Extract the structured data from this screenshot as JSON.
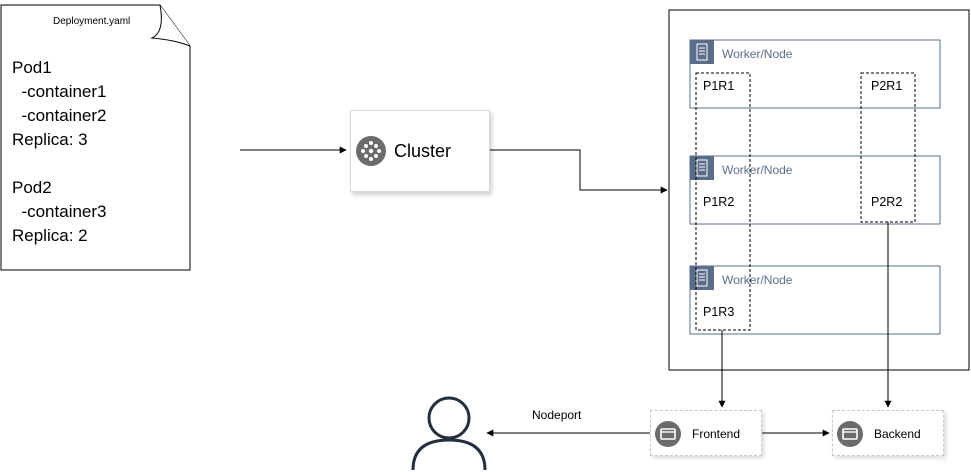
{
  "deployment_file": {
    "filename": "Deployment.yaml",
    "lines": [
      "Pod1",
      "  -container1",
      "  -container2",
      "Replica: 3",
      "",
      "Pod2",
      "  -container3",
      "Replica: 2"
    ]
  },
  "cluster": {
    "label": "Cluster"
  },
  "worker_nodes": [
    {
      "label": "Worker/Node"
    },
    {
      "label": "Worker/Node"
    },
    {
      "label": "Worker/Node"
    }
  ],
  "pods": {
    "p1r1": "P1R1",
    "p1r2": "P1R2",
    "p1r3": "P1R3",
    "p2r1": "P2R1",
    "p2r2": "P2R2"
  },
  "services": {
    "frontend": "Frontend",
    "backend": "Backend"
  },
  "edge_labels": {
    "nodeport": "Nodeport"
  }
}
